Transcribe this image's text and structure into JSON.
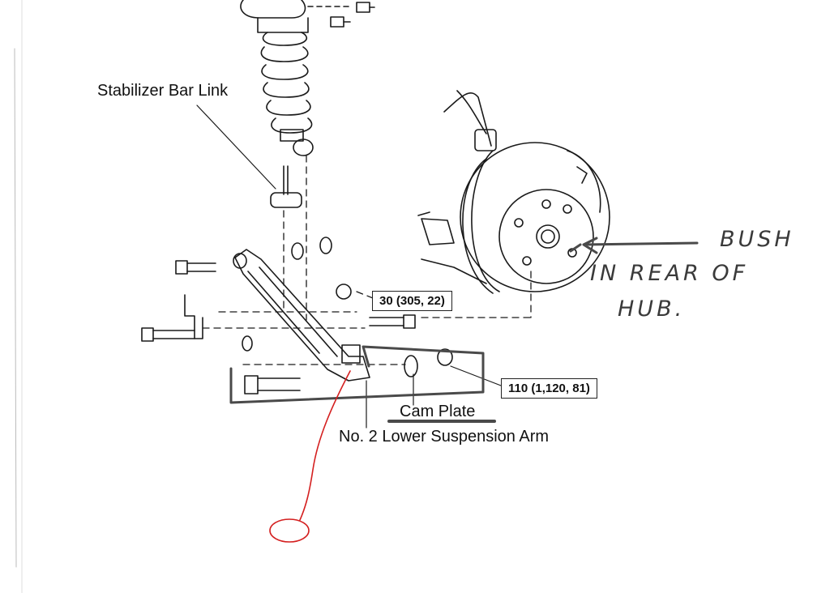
{
  "labels": {
    "stabilizer_bar_link": "Stabilizer Bar Link",
    "cam_plate": "Cam Plate",
    "lower_arm": "No. 2 Lower Suspension Arm"
  },
  "torque_specs": {
    "arm_nut": "30 (305, 22)",
    "cam_bolt": "110 (1,120, 81)"
  },
  "handwritten_note": {
    "line1": "BUSH",
    "line2": "IN REAR OF",
    "line3": "HUB."
  },
  "colors": {
    "ink": "#1a1a1a",
    "pencil": "#555555",
    "marker": "#d41f1f"
  }
}
